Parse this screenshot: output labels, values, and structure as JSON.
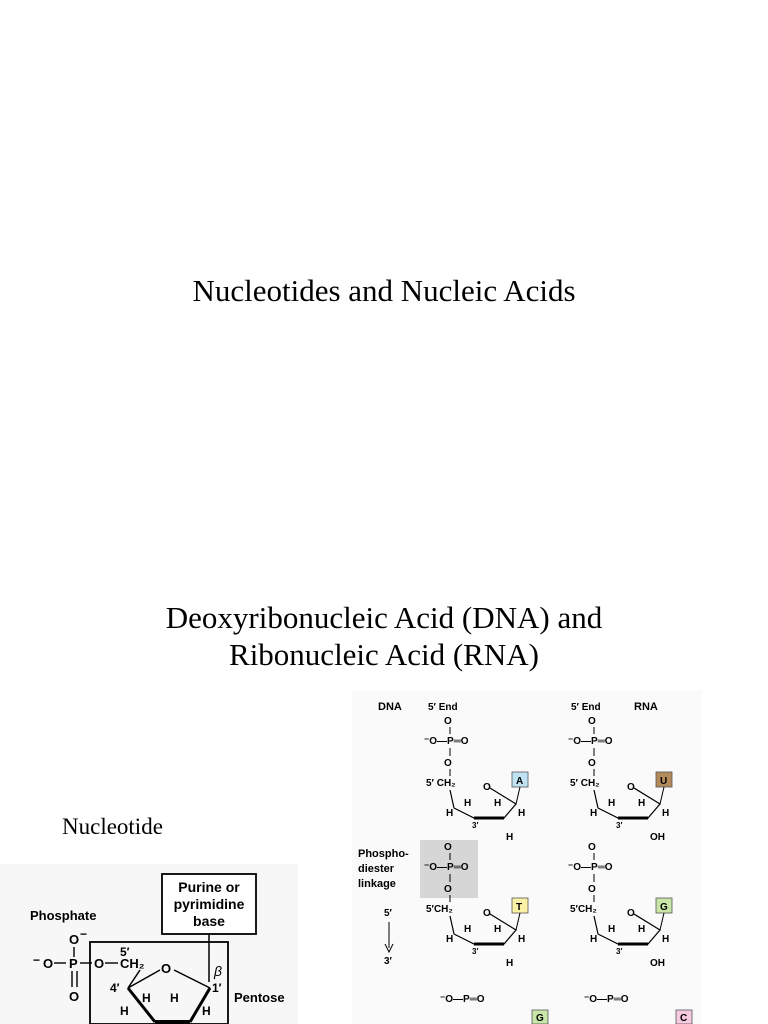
{
  "slide1": {
    "title": "Nucleotides and Nucleic Acids"
  },
  "slide2": {
    "title_line1": "Deoxyribonucleic Acid (DNA) and",
    "title_line2": "Ribonucleic Acid (RNA)",
    "nucleotide_label": "Nucleotide",
    "nucleotide_diagram": {
      "phosphate_label": "Phosphate",
      "base_box_line1": "Purine or",
      "base_box_line2": "pyrimidine",
      "base_box_line3": "base",
      "pentose_label": "Pentose",
      "beta": "β",
      "c5": "5′",
      "c4": "4′",
      "c1": "1′",
      "o_ring": "O",
      "o_minus": "O",
      "neg": "−",
      "ch2": "CH₂",
      "h": "H",
      "o_double": "O",
      "p": "P"
    },
    "strands_diagram": {
      "dna_label": "DNA",
      "rna_label": "RNA",
      "five_end": "5′ End",
      "five_ch2": "5′ CH₂",
      "five_ch2_b": "5′CH₂",
      "phospho_label_1": "Phospho-",
      "phospho_label_2": "diester",
      "phospho_label_3": "linkage",
      "arrow_top": "5′",
      "arrow_bottom": "3′",
      "three_prime": "3′",
      "o": "O",
      "oh": "OH",
      "h": "H",
      "phos_group": "⁻O—P═O",
      "dna_bases": [
        "A",
        "T",
        "G"
      ],
      "rna_bases": [
        "U",
        "G",
        "C"
      ],
      "base_colors": {
        "A": "#bfe3f2",
        "T": "#fbf1a4",
        "G": "#c8e6a8",
        "U": "#b38a5a",
        "C": "#f7c9df"
      }
    }
  }
}
